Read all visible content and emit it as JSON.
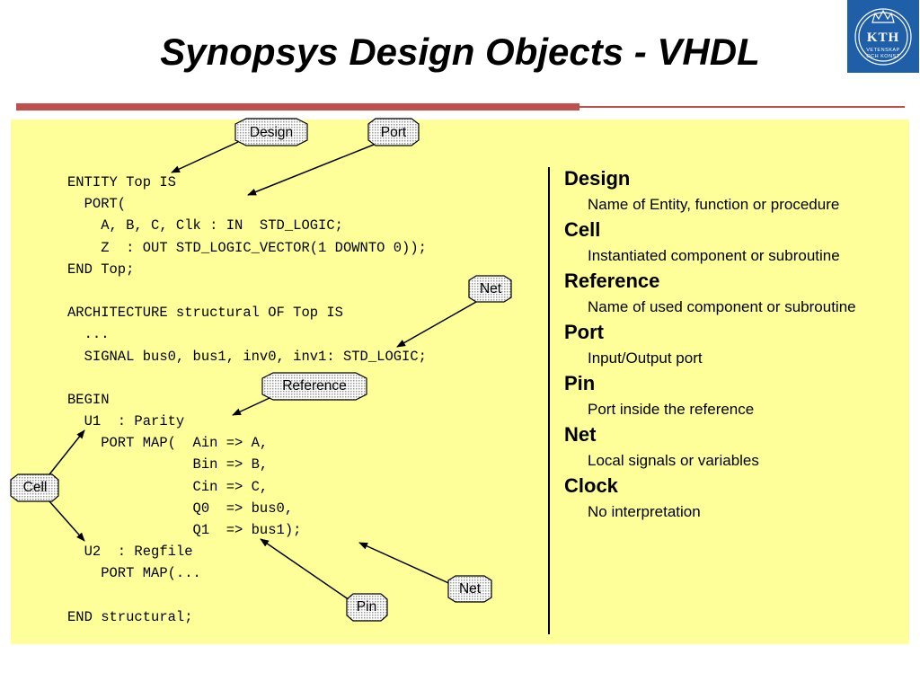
{
  "title": "Synopsys Design Objects - VHDL",
  "logo": {
    "text": "KTH",
    "line1": "VETENSKAP",
    "line2": "OCH KONST"
  },
  "code": {
    "lines": [
      "ENTITY Top IS",
      "  PORT(",
      "    A, B, C, Clk : IN  STD_LOGIC;",
      "    Z  : OUT STD_LOGIC_VECTOR(1 DOWNTO 0));",
      "END Top;",
      "",
      "ARCHITECTURE structural OF Top IS",
      "  ...",
      "  SIGNAL bus0, bus1, inv0, inv1: STD_LOGIC;",
      "",
      "BEGIN",
      "  U1  : Parity",
      "    PORT MAP(  Ain => A,",
      "               Bin => B,",
      "               Cin => C,",
      "               Q0  => bus0,",
      "               Q1  => bus1);",
      "  U2  : Regfile",
      "    PORT MAP(...",
      "",
      "END structural;"
    ]
  },
  "callouts": {
    "design": "Design",
    "port": "Port",
    "net_top": "Net",
    "reference": "Reference",
    "cell": "Cell",
    "net_bottom": "Net",
    "pin": "Pin"
  },
  "definitions": [
    {
      "term": "Design",
      "desc": "Name of Entity, function or procedure"
    },
    {
      "term": "Cell",
      "desc": "Instantiated component or subroutine"
    },
    {
      "term": "Reference",
      "desc": "Name of used component or subroutine"
    },
    {
      "term": "Port",
      "desc": "Input/Output port"
    },
    {
      "term": "Pin",
      "desc": "Port inside the reference"
    },
    {
      "term": "Net",
      "desc": "Local signals or variables"
    },
    {
      "term": "Clock",
      "desc": "No interpretation"
    }
  ]
}
